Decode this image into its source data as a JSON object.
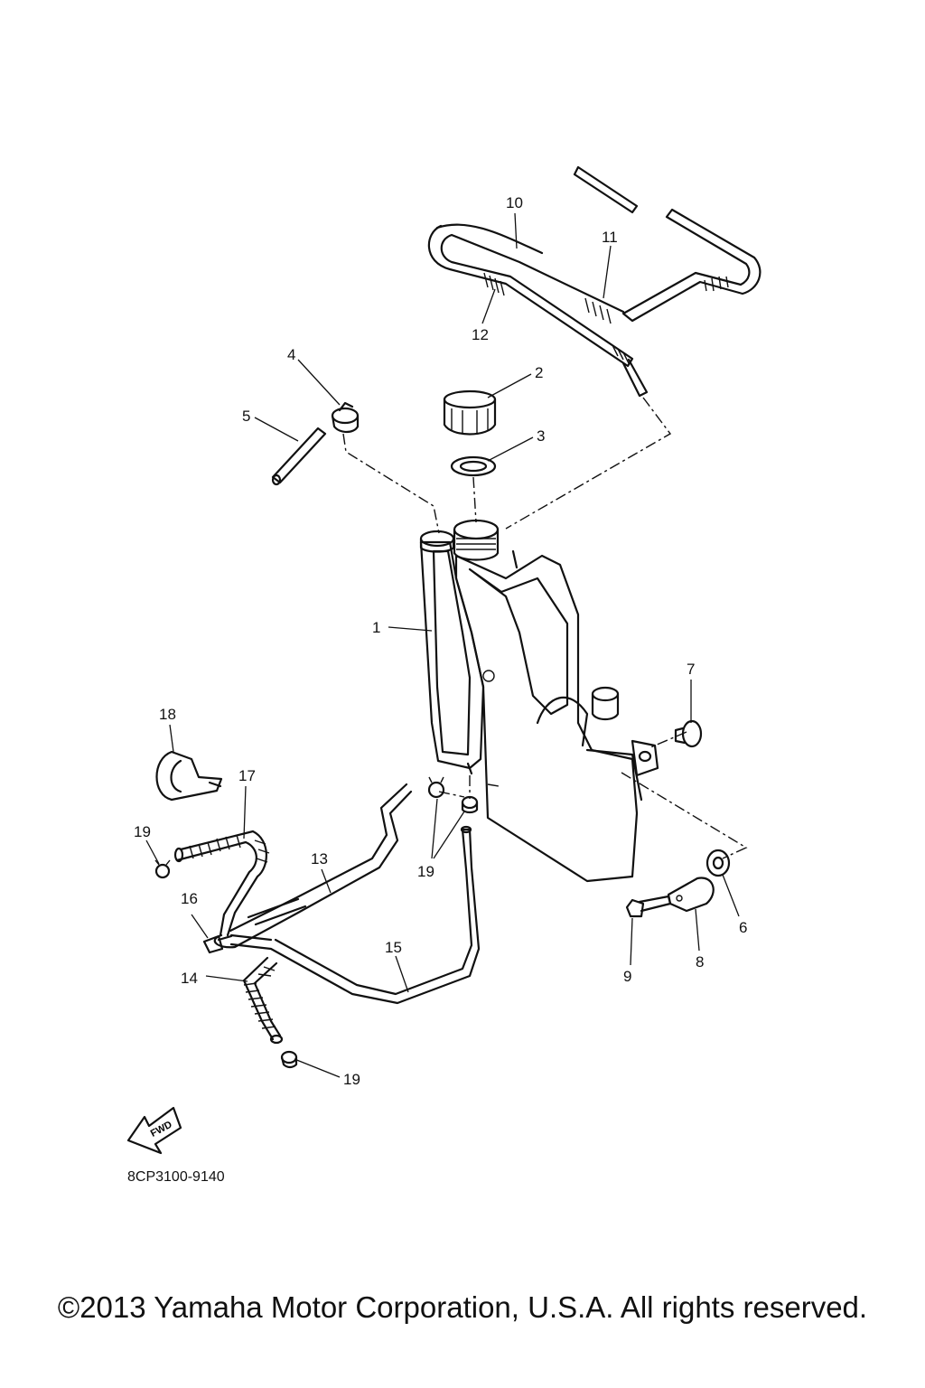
{
  "callouts": {
    "c1": "1",
    "c2": "2",
    "c3": "3",
    "c4": "4",
    "c5": "5",
    "c6": "6",
    "c7": "7",
    "c8": "8",
    "c9": "9",
    "c10": "10",
    "c11": "11",
    "c12": "12",
    "c13": "13",
    "c14": "14",
    "c15": "15",
    "c16": "16",
    "c17": "17",
    "c18": "18",
    "c19a": "19",
    "c19b": "19",
    "c19c": "19"
  },
  "fwd_label": "FWD",
  "diagram_code": "8CP3100-9140",
  "copyright": "©2013 Yamaha Motor Corporation, U.S.A. All rights reserved."
}
